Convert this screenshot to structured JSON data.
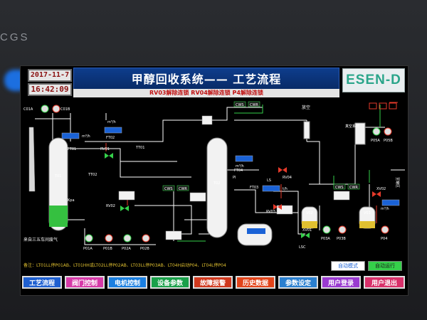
{
  "bezel": {
    "brand": "CGS"
  },
  "header": {
    "date": "2017-11-7",
    "time": "16:42:09",
    "title": "甲醇回收系统—— 工艺流程",
    "subtitle": "RV03解除连锁   RV04解除连锁   P4解除连锁",
    "logo": "ESEN-D"
  },
  "process": {
    "tanks": {
      "t01": "T01",
      "t02": "T02",
      "v02": "V02",
      "v03": "V03"
    },
    "pumps": [
      "C01A",
      "C01B",
      "P01A",
      "P01B",
      "P02A",
      "P02B",
      "P03A",
      "P03B",
      "P05A",
      "P05B",
      "P04"
    ],
    "valves": {
      "rv01": "RV01",
      "rv02": "RV02",
      "rv03": "RV03",
      "rv04": "RV04",
      "xv01": "XV01",
      "xv02": "XV02"
    },
    "instruments": {
      "ft01": "FT01",
      "ft02": "FT02",
      "ft03": "FT03",
      "ft04": "FT04",
      "tt01": "TT01",
      "tt02": "TT02",
      "lsc": "LSC",
      "ls": "LS",
      "pi": "PI"
    },
    "labels": {
      "vent": "放空",
      "vacuum": "真空系统",
      "to_tank": "至罐区",
      "waste_gas": "来自三五车间废气",
      "unit_m3h": "m³/h",
      "unit_th": "t/h",
      "kpa": "Kpa",
      "cws": "CWS",
      "cwr": "CWR"
    }
  },
  "note": "备注：LT01LL停P01AB、LT01HH或LT02LL停P02AB、LT03LL停P03AB、LT04H启动P04、LT04L停P04",
  "mode": {
    "auto": "自动模式",
    "auto_run": "自动运行"
  },
  "nav": [
    {
      "label": "工艺流程",
      "bg": "#1e5fd0",
      "color": "#ffffff"
    },
    {
      "label": "阀门控制",
      "bg": "#d63aa8",
      "color": "#ffffff"
    },
    {
      "label": "电机控制",
      "bg": "#1b7fe0",
      "color": "#ffffff"
    },
    {
      "label": "设备参数",
      "bg": "#1aa04a",
      "color": "#ffffff"
    },
    {
      "label": "故障报警",
      "bg": "#d0391e",
      "color": "#ffffff"
    },
    {
      "label": "历史数据",
      "bg": "#e2441a",
      "color": "#ffffff"
    },
    {
      "label": "参数设定",
      "bg": "#2a7fcf",
      "color": "#ffffff"
    },
    {
      "label": "用户登录",
      "bg": "#9a3ad0",
      "color": "#ffffff"
    },
    {
      "label": "用户退出",
      "bg": "#d8306a",
      "color": "#ffffff"
    }
  ]
}
